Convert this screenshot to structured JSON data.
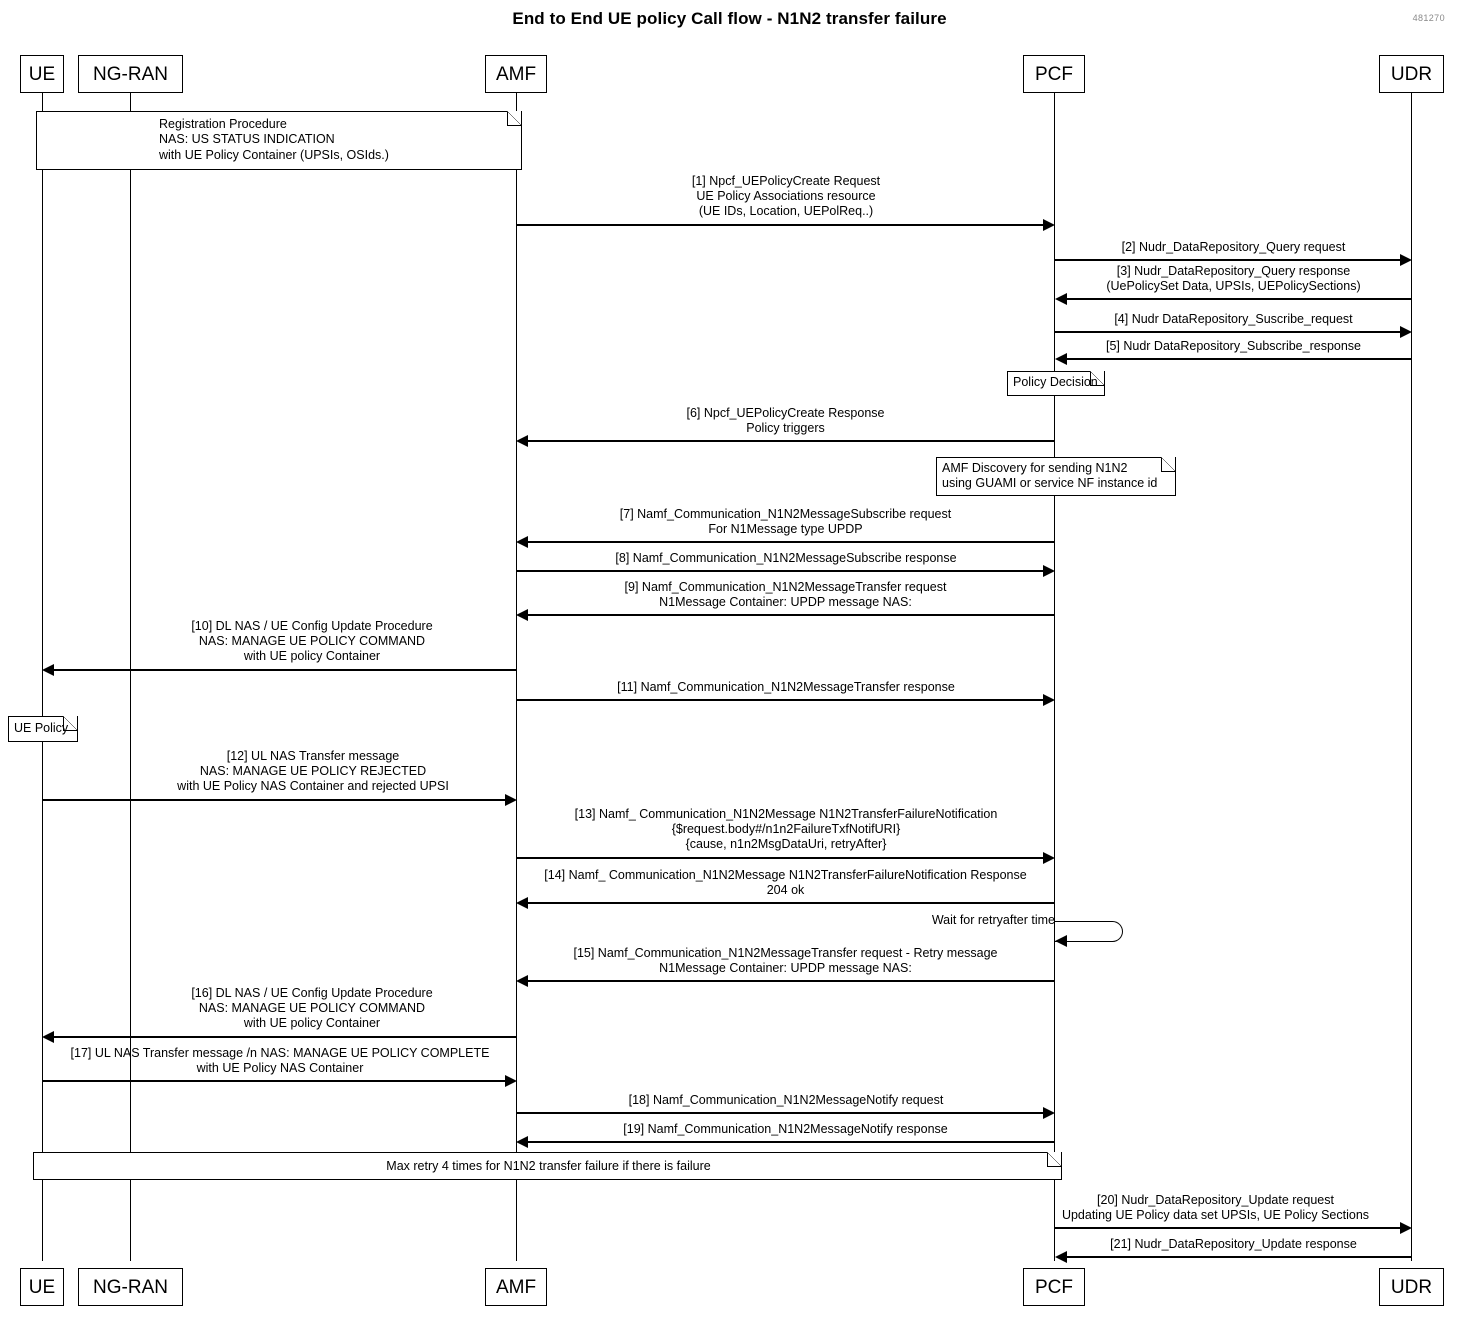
{
  "diagram": {
    "title": "End to End UE policy Call flow - N1N2 transfer failure",
    "watermark": "481270",
    "type": "uml-sequence-diagram"
  },
  "participants": [
    {
      "id": "ue",
      "label": "UE"
    },
    {
      "id": "ngran",
      "label": "NG-RAN"
    },
    {
      "id": "amf",
      "label": "AMF"
    },
    {
      "id": "pcf",
      "label": "PCF"
    },
    {
      "id": "udr",
      "label": "UDR"
    }
  ],
  "participants_bottom": [
    {
      "id": "ue",
      "label": "UE"
    },
    {
      "id": "ngran",
      "label": "NG-RAN"
    },
    {
      "id": "amf",
      "label": "AMF"
    },
    {
      "id": "pcf",
      "label": "PCF"
    },
    {
      "id": "udr",
      "label": "UDR"
    }
  ],
  "notes": {
    "registration": "Registration Procedure\nNAS: US STATUS INDICATION\nwith UE Policy Container (UPSIs, OSIds.)",
    "policy_decision": "Policy Decision",
    "amf_discovery": "AMF Discovery for sending N1N2\nusing GUAMI or service NF instance id",
    "ue_policy": "UE Policy",
    "max_retry": "Max retry 4 times for N1N2 transfer failure if there is failure"
  },
  "self_messages": [
    {
      "id": "wait-retry",
      "label": "Wait for retryafter time",
      "actor": "pcf"
    }
  ],
  "messages": [
    {
      "num": "1",
      "label": "[1] Npcf_UEPolicyCreate Request\nUE Policy Associations resource\n(UE IDs, Location, UEPolReq..)",
      "from": "amf",
      "to": "pcf",
      "direction": "right"
    },
    {
      "num": "2",
      "label": "[2] Nudr_DataRepository_Query request",
      "from": "pcf",
      "to": "udr",
      "direction": "right"
    },
    {
      "num": "3",
      "label": "[3] Nudr_DataRepository_Query response\n(UePolicySet Data, UPSIs, UEPolicySections)",
      "from": "udr",
      "to": "pcf",
      "direction": "left"
    },
    {
      "num": "4",
      "label": "[4] Nudr DataRepository_Suscribe_request",
      "from": "pcf",
      "to": "udr",
      "direction": "right"
    },
    {
      "num": "5",
      "label": "[5] Nudr DataRepository_Subscribe_response",
      "from": "udr",
      "to": "pcf",
      "direction": "left"
    },
    {
      "num": "6",
      "label": "[6] Npcf_UEPolicyCreate Response\nPolicy triggers",
      "from": "pcf",
      "to": "amf",
      "direction": "left"
    },
    {
      "num": "7",
      "label": "[7] Namf_Communication_N1N2MessageSubscribe request\nFor N1Message type UPDP",
      "from": "pcf",
      "to": "amf",
      "direction": "left"
    },
    {
      "num": "8",
      "label": "[8] Namf_Communication_N1N2MessageSubscribe response",
      "from": "amf",
      "to": "pcf",
      "direction": "right"
    },
    {
      "num": "9",
      "label": "[9] Namf_Communication_N1N2MessageTransfer request\nN1Message Container: UPDP message NAS:",
      "from": "pcf",
      "to": "amf",
      "direction": "left"
    },
    {
      "num": "10",
      "label": "[10] DL NAS / UE Config Update Procedure\nNAS: MANAGE UE POLICY COMMAND\nwith UE policy Container",
      "from": "amf",
      "to": "ue",
      "direction": "left"
    },
    {
      "num": "11",
      "label": "[11] Namf_Communication_N1N2MessageTransfer response",
      "from": "amf",
      "to": "pcf",
      "direction": "right"
    },
    {
      "num": "12",
      "label": "[12] UL NAS Transfer message\nNAS: MANAGE UE POLICY REJECTED\nwith UE Policy NAS Container and rejected UPSI",
      "from": "ue",
      "to": "amf",
      "direction": "right"
    },
    {
      "num": "13",
      "label": "[13] Namf_ Communication_N1N2Message N1N2TransferFailureNotification\n{$request.body#/n1n2FailureTxfNotifURI}\n{cause, n1n2MsgDataUri, retryAfter}",
      "from": "amf",
      "to": "pcf",
      "direction": "right"
    },
    {
      "num": "14",
      "label": "[14] Namf_ Communication_N1N2Message N1N2TransferFailureNotification Response\n204 ok",
      "from": "pcf",
      "to": "amf",
      "direction": "left"
    },
    {
      "num": "15",
      "label": "[15] Namf_Communication_N1N2MessageTransfer request - Retry message\nN1Message Container: UPDP message NAS:",
      "from": "pcf",
      "to": "amf",
      "direction": "left"
    },
    {
      "num": "16",
      "label": "[16] DL NAS / UE Config Update Procedure\nNAS: MANAGE UE POLICY COMMAND\nwith UE policy Container",
      "from": "amf",
      "to": "ue",
      "direction": "left"
    },
    {
      "num": "17",
      "label": "[17] UL NAS Transfer message /n NAS: MANAGE UE POLICY COMPLETE\nwith UE Policy NAS Container",
      "from": "ue",
      "to": "amf",
      "direction": "right"
    },
    {
      "num": "18",
      "label": "[18] Namf_Communication_N1N2MessageNotify request",
      "from": "amf",
      "to": "pcf",
      "direction": "right"
    },
    {
      "num": "19",
      "label": "[19] Namf_Communication_N1N2MessageNotify response",
      "from": "pcf",
      "to": "amf",
      "direction": "left"
    },
    {
      "num": "20",
      "label": "[20] Nudr_DataRepository_Update request\nUpdating UE Policy data set  UPSIs, UE Policy Sections",
      "from": "pcf",
      "to": "udr",
      "direction": "right"
    },
    {
      "num": "21",
      "label": "[21] Nudr_DataRepository_Update response",
      "from": "udr",
      "to": "pcf",
      "direction": "left"
    }
  ]
}
